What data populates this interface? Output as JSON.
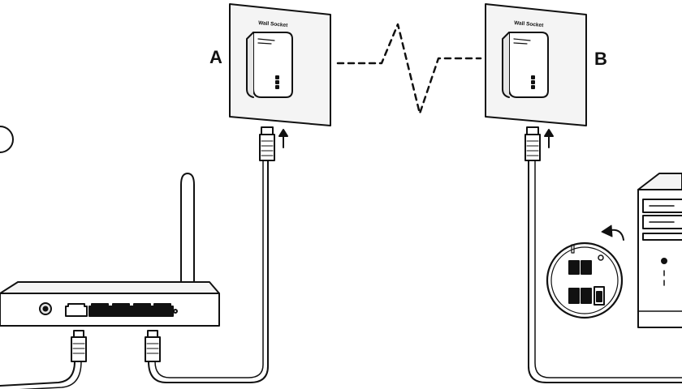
{
  "labels": {
    "adapter_a": "A",
    "adapter_b": "B",
    "socket_a": "Wall Socket",
    "socket_b": "Wall Socket"
  },
  "colors": {
    "line": "#111111",
    "background": "#ffffff",
    "wall": "#f4f4f4",
    "device_shade": "#e6e6e6"
  }
}
